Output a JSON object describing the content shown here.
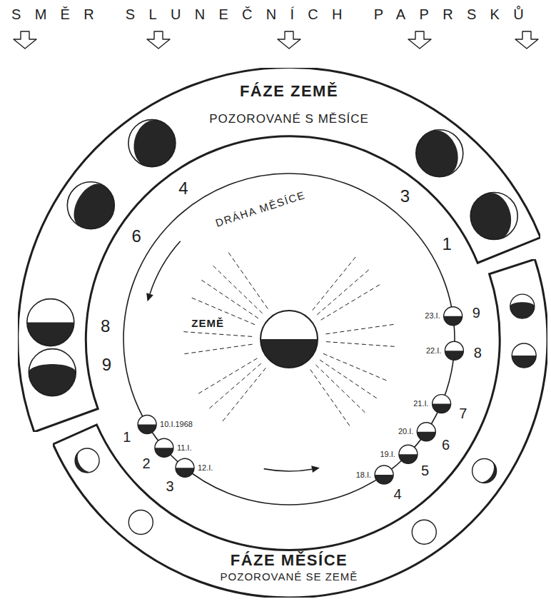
{
  "diagram": {
    "nodes": [
      {
        "text": [
          "FÁZE ZEMĚ",
          "POZOROVANÉ S MĚSÍCE"
        ]
      },
      {
        "text": [
          "FÁZE MĚSÍCE",
          "POZOROVANÉ SE ZEMĚ"
        ]
      }
    ],
    "labels": [
      "SMĚR SLUNEČNÍCH PAPRSKŮ",
      "4",
      "3",
      "DRÁHA MĚSÍCE",
      "6",
      "1",
      "ZEMĚ",
      "8",
      "9",
      "10.I.1968",
      "1",
      "11.I.",
      "2",
      "12.I.",
      "3",
      "18.I.",
      "4",
      "19.I.",
      "5",
      "20.I.",
      "6",
      "21.I.",
      "7",
      "22.I.",
      "8",
      "23.I.",
      "9"
    ]
  }
}
